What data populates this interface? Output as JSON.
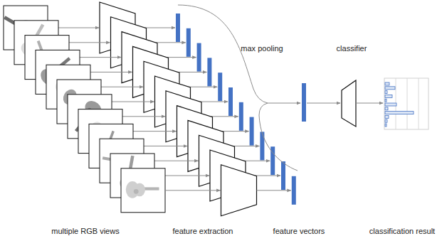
{
  "diagram": {
    "labels": [
      "max pooling",
      "classifier",
      "multiple RGB views",
      "feature extraction",
      "feature vectors",
      "classification result"
    ]
  }
}
